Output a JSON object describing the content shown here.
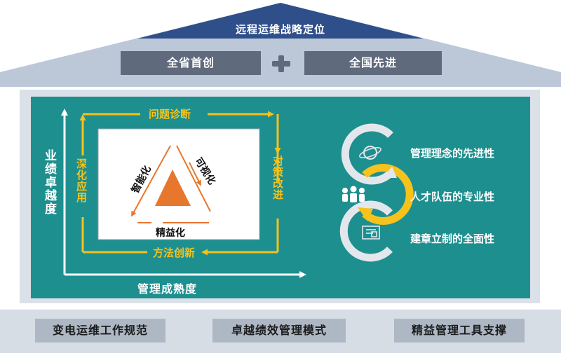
{
  "roof": {
    "title": "远程运维战略定位",
    "left_box": "全省首创",
    "right_box": "全国先进",
    "plus_icon": "plus-icon"
  },
  "matrix": {
    "y_axis_label": "业绩卓越度",
    "x_axis_label": "管理成熟度",
    "top_label": "问题诊断",
    "bottom_label": "方法创新",
    "left_label": "深化应用",
    "right_label": "对策改进",
    "triangle_left": "智能化",
    "triangle_right": "可视化",
    "triangle_bottom": "精益化"
  },
  "features": [
    {
      "label": "管理理念的先进性",
      "icon": "planet-icon"
    },
    {
      "label": "人才队伍的专业性",
      "icon": "team-icon"
    },
    {
      "label": "建章立制的全面性",
      "icon": "blueprint-icon"
    }
  ],
  "foundation": {
    "items": [
      "变电运维工作规范",
      "卓越绩效管理模式",
      "精益管理工具支撑"
    ]
  },
  "colors": {
    "roof": "#bcc7d8",
    "roof_top": "#2f4f8a",
    "box": "#5f6a7c",
    "teal": "#1e8f8f",
    "yellow": "#f6c21b",
    "orange": "#e8772e"
  }
}
